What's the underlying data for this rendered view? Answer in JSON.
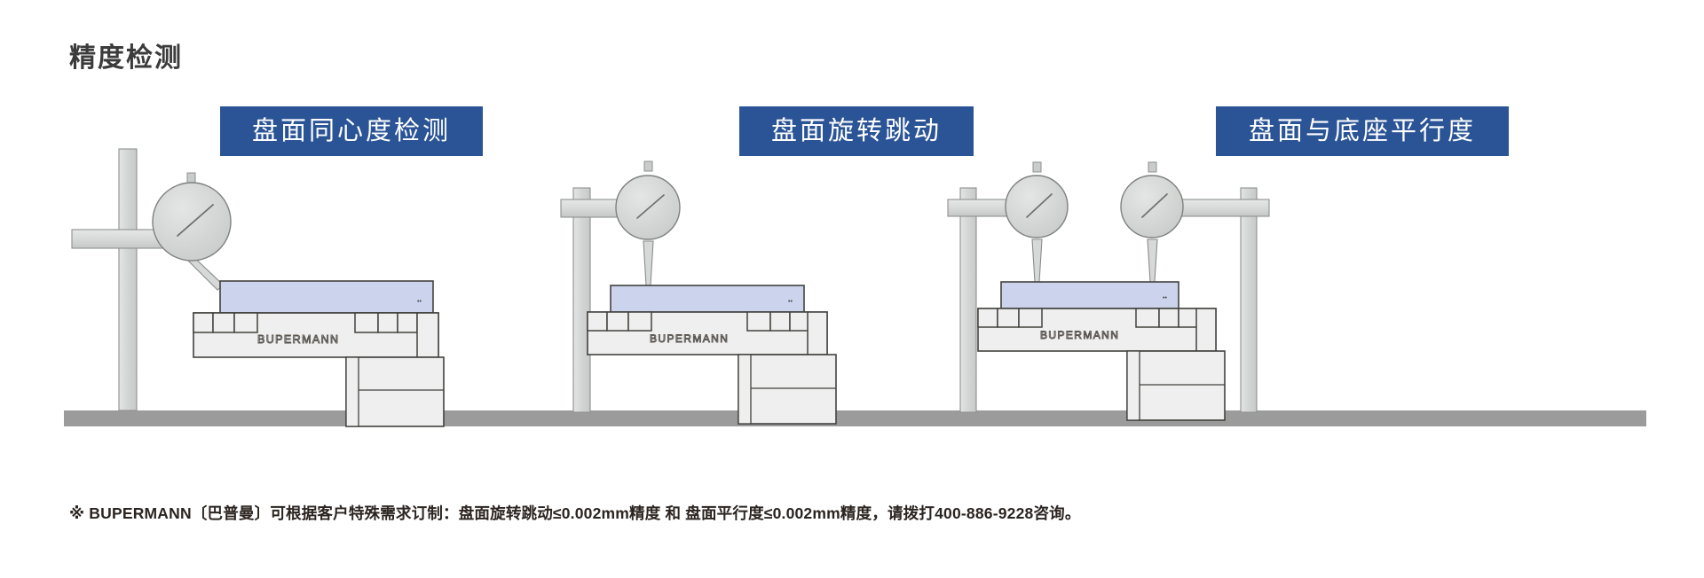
{
  "page": {
    "title": "精度检测",
    "background_color": "#ffffff",
    "accent_color": "#2b5496",
    "ground_color": "#9b9b9b"
  },
  "panels": [
    {
      "label": "盘面同心度检测",
      "brand_text": "BUPERMANN",
      "gauge_count": 1,
      "gauge_orientation": "angled-side-probe",
      "has_lower_pedestal": true
    },
    {
      "label": "盘面旋转跳动",
      "brand_text": "BUPERMANN",
      "gauge_count": 1,
      "gauge_orientation": "vertical-top-probe",
      "has_lower_pedestal": true
    },
    {
      "label": "盘面与底座平行度",
      "brand_text": "BUPERMANN",
      "gauge_count": 2,
      "gauge_orientation": "vertical-top-probe",
      "has_lower_pedestal": true
    }
  ],
  "footnote": {
    "text": "※ BUPERMANN〔巴普曼〕可根据客户特殊需求订制：盘面旋转跳动≤0.002mm精度 和 盘面平行度≤0.002mm精度，请拨打400-886-9228咨询。"
  },
  "icons": {
    "dial-gauge": "dial-indicator-icon",
    "stand": "measuring-stand-icon",
    "platen": "blue-platen-icon",
    "machine-base": "machine-base-icon"
  }
}
